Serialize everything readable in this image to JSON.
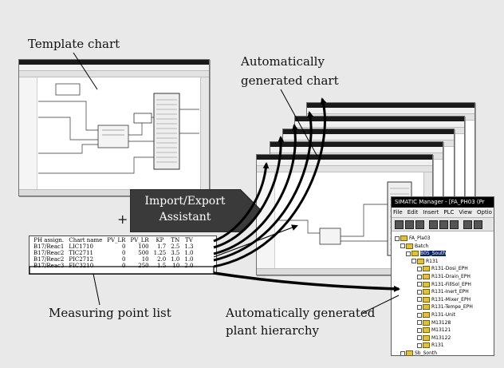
{
  "labels": {
    "template_chart": "Template chart",
    "auto_chart_line1": "Automatically",
    "auto_chart_line2": "generated chart",
    "import_export_line1": "Import/Export",
    "import_export_line2": "Assistant",
    "plus": "+",
    "measuring_point_list": "Measuring point list",
    "auto_hierarchy_line1": "Automatically generated",
    "auto_hierarchy_line2": "plant hierarchy"
  },
  "measuring_points": {
    "headers": [
      "PH assign.",
      "Chart name",
      "PV_LR",
      "PV_LR",
      "KP",
      "TN",
      "TV"
    ],
    "rows": [
      [
        "B17/Reac1",
        "LIC1710",
        "0",
        "100",
        "1.7",
        "2.5",
        "1.3"
      ],
      [
        "B17/Reac2",
        "TIC2711",
        "0",
        "500",
        "1.25",
        "3.5",
        "1.0"
      ],
      [
        "B17/Reac2",
        "PIC2712",
        "0",
        "10",
        "2.0",
        "1.0",
        "1.0"
      ],
      [
        "B17/Reac3",
        "FIC3210",
        "0",
        "250",
        "1.5",
        "10",
        "2.0"
      ]
    ]
  },
  "simatic_manager": {
    "title": "SIMATIC Manager - [FA_PH03 (Pr",
    "menu": [
      "File",
      "Edit",
      "Insert",
      "PLC",
      "View",
      "Optio"
    ],
    "tree": [
      {
        "label": "FA_Pla03",
        "indent": 0,
        "highlight": false
      },
      {
        "label": "Batch",
        "indent": 1,
        "highlight": false
      },
      {
        "label": "B05_South",
        "indent": 2,
        "highlight": true
      },
      {
        "label": "R131",
        "indent": 3,
        "highlight": false
      },
      {
        "label": "R131-Dosi_EPH",
        "indent": 4,
        "highlight": false
      },
      {
        "label": "R131-Drain_EPH",
        "indent": 4,
        "highlight": false
      },
      {
        "label": "R131-FillSol_EPH",
        "indent": 4,
        "highlight": false
      },
      {
        "label": "R131-Inert_EPH",
        "indent": 4,
        "highlight": false
      },
      {
        "label": "R131-Mixer_EPH",
        "indent": 4,
        "highlight": false
      },
      {
        "label": "R131-Tempe_EPH",
        "indent": 4,
        "highlight": false
      },
      {
        "label": "R131-Unit",
        "indent": 4,
        "highlight": false
      },
      {
        "label": "M13128",
        "indent": 4,
        "highlight": false
      },
      {
        "label": "M13121",
        "indent": 4,
        "highlight": false
      },
      {
        "label": "M13122",
        "indent": 4,
        "highlight": false
      },
      {
        "label": "R131",
        "indent": 4,
        "highlight": false
      },
      {
        "label": "Sb_Sonth",
        "indent": 1,
        "highlight": false
      }
    ]
  },
  "colors": {
    "background": "#e9e9e9",
    "arrow_box_fill": "#3a3a3a",
    "title_bar": "#1a1a1a",
    "tree_highlight": "#0a246a",
    "folder_yellow": "#e0c040"
  },
  "icons": [
    "folder-icon",
    "tree-expand-icon",
    "toolbar-button-icon"
  ]
}
